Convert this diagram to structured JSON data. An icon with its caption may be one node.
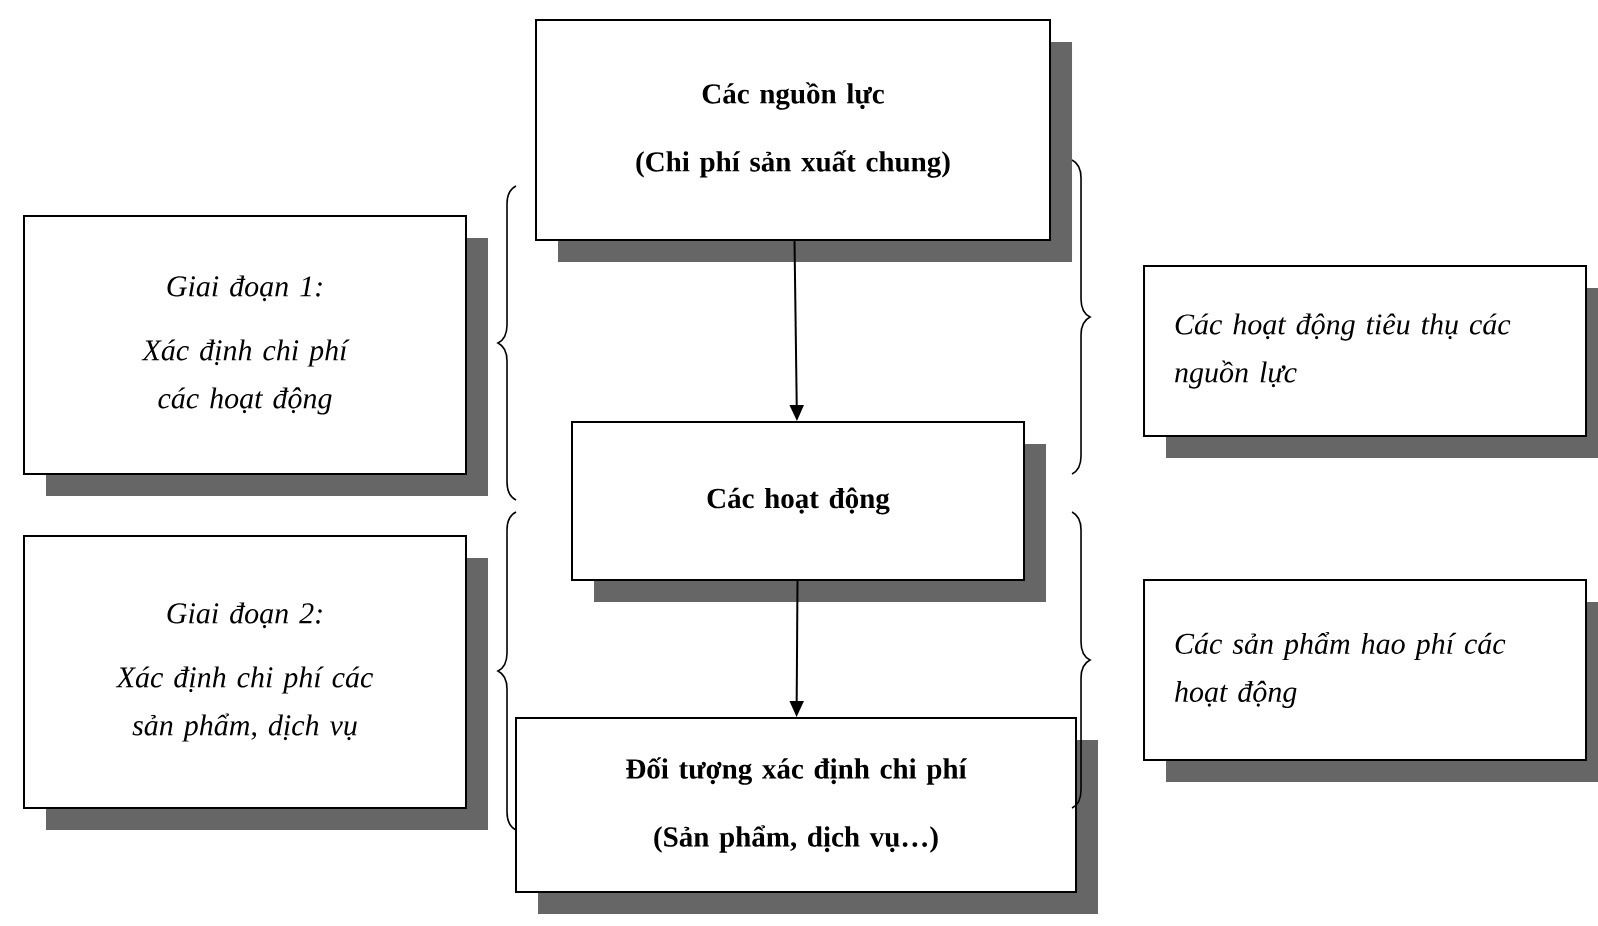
{
  "diagram": {
    "nodes": [
      {
        "text": [
          "Các nguồn lực",
          "(Chi phí sản xuất chung)"
        ]
      },
      {
        "text": [
          "Giai đoạn 1:",
          "Xác định chi phí các hoạt động"
        ]
      },
      {
        "text": [
          "Các hoạt động tiêu thụ các nguồn lực"
        ]
      },
      {
        "text": [
          "Các hoạt động"
        ]
      },
      {
        "text": [
          "Giai đoạn 2:",
          "Xác định chi phí các sản phẩm, dịch vụ"
        ]
      },
      {
        "text": [
          "Các sản phẩm hao phí các hoạt động"
        ]
      },
      {
        "text": [
          "Đối tượng xác định chi phí",
          "(Sản phẩm, dịch vụ…)"
        ]
      }
    ],
    "edges": [
      {
        "from": 0,
        "to": 3,
        "arrow": "to"
      },
      {
        "from": 3,
        "to": 6,
        "arrow": "to"
      }
    ]
  }
}
